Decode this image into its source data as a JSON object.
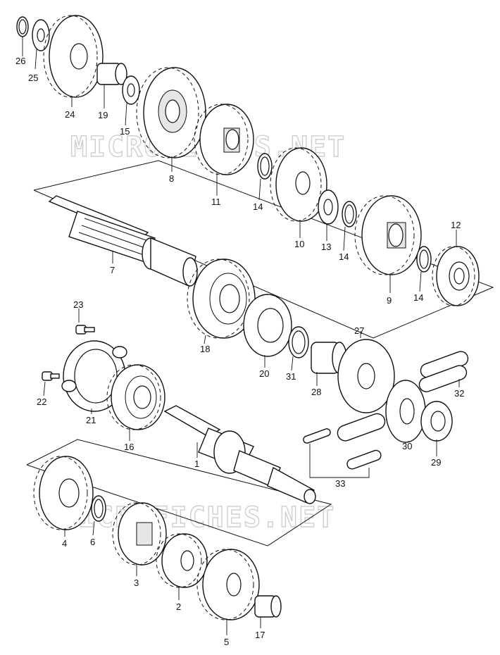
{
  "watermarks": [
    "MICROFICHES.NET",
    "MICROFICHES.NET"
  ],
  "callouts": {
    "p1": "1",
    "p2": "2",
    "p3": "3",
    "p4": "4",
    "p5": "5",
    "p6": "6",
    "p7": "7",
    "p8": "8",
    "p9": "9",
    "p10": "10",
    "p11": "11",
    "p12": "12",
    "p13": "13",
    "p14a": "14",
    "p14b": "14",
    "p14c": "14",
    "p15": "15",
    "p16": "16",
    "p17": "17",
    "p18": "18",
    "p19": "19",
    "p20": "20",
    "p21": "21",
    "p22": "22",
    "p23": "23",
    "p24": "24",
    "p25": "25",
    "p26": "26",
    "p27": "27",
    "p28": "28",
    "p29": "29",
    "p30": "30",
    "p31": "31",
    "p32": "32",
    "p33": "33"
  }
}
